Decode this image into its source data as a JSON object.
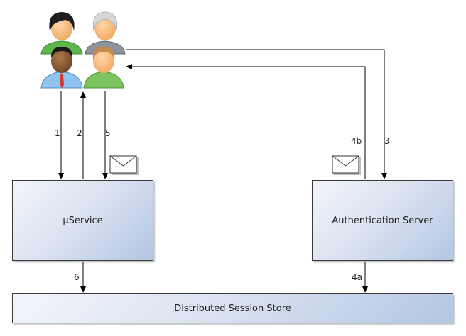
{
  "nodes": {
    "microservice": "µService",
    "auth_server": "Authentication Server",
    "session_store": "Distributed Session Store"
  },
  "edges": {
    "e1": "1",
    "e2": "2",
    "e3": "3",
    "e4a": "4a",
    "e4b": "4b",
    "e5": "5",
    "e6": "6"
  },
  "icons": {
    "users": "users-group-icon",
    "message": "envelope-icon"
  }
}
